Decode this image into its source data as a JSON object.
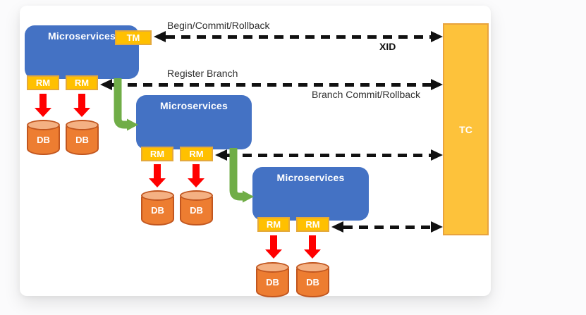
{
  "diagram": {
    "services": [
      {
        "label": "Microservices"
      },
      {
        "label": "Microservices"
      },
      {
        "label": "Microservices"
      }
    ],
    "tm": {
      "label": "TM"
    },
    "rm": {
      "label": "RM"
    },
    "db": {
      "label": "DB"
    },
    "tc": {
      "label": "TC"
    },
    "messages": {
      "begin": "Begin/Commit/Rollback",
      "xid": "XID",
      "register": "Register Branch",
      "branch": "Branch Commit/Rollback"
    },
    "colors": {
      "service_blue": "#4472C4",
      "badge_gold": "#FFC000",
      "badge_border": "#E4A93B",
      "tc_fill": "#FDC23B",
      "tc_border": "#E8A33D",
      "db_body": "#ED7D31",
      "db_top": "#F4B183",
      "db_border": "#C1561F",
      "red_arrow": "#FF0000",
      "green_arrow": "#70AD47",
      "dashed_black": "#111111"
    }
  }
}
